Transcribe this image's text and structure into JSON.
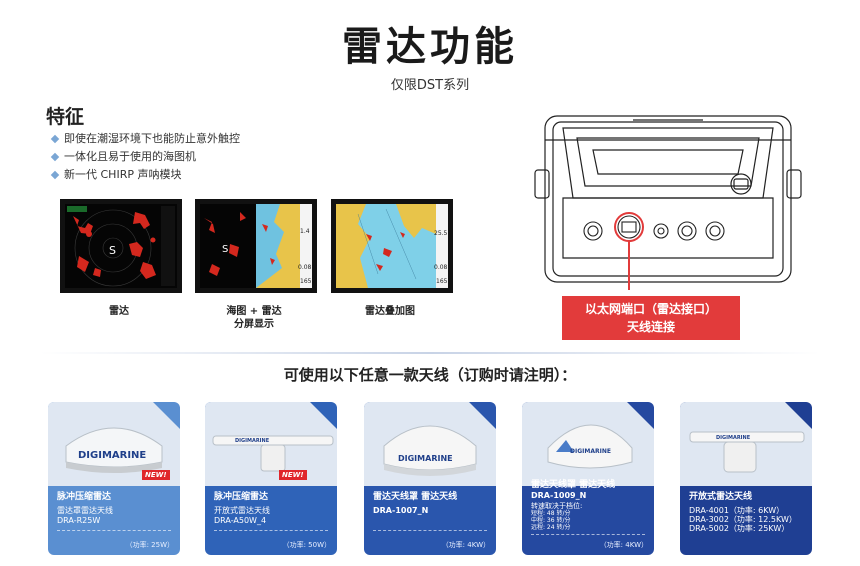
{
  "header": {
    "title": "雷达功能",
    "subtitle": "仅限DST系列"
  },
  "features": {
    "heading": "特征",
    "items": [
      "即使在潮湿环境下也能防止意外触控",
      "一体化且易于使用的海图机",
      "新一代 CHIRP 声呐模块"
    ]
  },
  "screens": [
    {
      "caption": "雷达"
    },
    {
      "caption_line1": "海图 + 雷达",
      "caption_line2": "分屏显示"
    },
    {
      "caption": "雷达叠加图"
    }
  ],
  "screen_readouts": {
    "s2_a": "1.4",
    "s2_b": "0.08",
    "s2_c": "165",
    "s3_a": "25.5",
    "s3_b": "0.08",
    "s3_c": "165"
  },
  "device_callout": {
    "line1": "以太网端口（雷达接口）",
    "line2": "天线连接"
  },
  "antennas_heading": "可使用以下任意一款天线（订购时请注明）：",
  "antennas": [
    {
      "brand": "DIGIMARINE",
      "badge": "NEW!",
      "name": "脉冲压缩雷达",
      "line1": "雷达罩雷达天线",
      "line2": "DRA-R25W",
      "power": "（功率: 25W）",
      "bg": "#5a8fd1"
    },
    {
      "brand": "DIGIMARINE",
      "badge": "NEW!",
      "name": "脉冲压缩雷达",
      "line1": "开放式雷达天线",
      "line2": "DRA-A50W_4",
      "power": "（功率: 50W）",
      "bg": "#2f63b8"
    },
    {
      "brand": "DIGIMARINE",
      "name": "雷达天线罩 雷达天线",
      "line1": "DRA-1007_N",
      "power": "（功率: 4KW）",
      "bg": "#2a56ad"
    },
    {
      "brand": "DIGIMARINE",
      "name": "雷达天线罩 雷达天线",
      "line1": "DRA-1009_N",
      "spec_title": "转速取决于档位:",
      "spec1": "短程: 48 转/分",
      "spec2": "中程: 36 转/分",
      "spec3": "远程: 24 转/分",
      "power": "（功率: 4KW）",
      "bg": "#2549a0"
    },
    {
      "brand": "DIGIMARINE",
      "name": "开放式雷达天线",
      "line1": "DRA-4001（功率: 6KW）",
      "line2": "DRA-3002（功率: 12.5KW）",
      "line3": "DRA-5002（功率: 25KW）",
      "bg": "#1f3f93"
    }
  ]
}
